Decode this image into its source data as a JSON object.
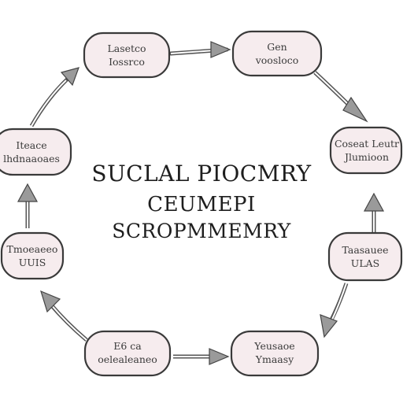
{
  "diagram": {
    "type": "cycle",
    "center_lines": [
      "SUCLAL PIOCMRY",
      "CEUMEPI",
      "SCROPMMEMRY"
    ],
    "nodes": [
      {
        "id": "n1",
        "lines": [
          "Lasetco",
          "Iossrco"
        ]
      },
      {
        "id": "n2",
        "lines": [
          "Gen",
          "voosloco"
        ]
      },
      {
        "id": "n3",
        "lines": [
          "Coseat Leutr",
          "Jlumioon"
        ]
      },
      {
        "id": "n4",
        "lines": [
          "Taasauee",
          "ULAS"
        ]
      },
      {
        "id": "n5",
        "lines": [
          "Yeusaoe",
          "Ymaasy"
        ]
      },
      {
        "id": "n6",
        "lines": [
          "E6 ca",
          "oelealeaneo"
        ]
      },
      {
        "id": "n7",
        "lines": [
          "Tmoeaeeo",
          "UUIS"
        ]
      },
      {
        "id": "n8",
        "lines": [
          "Iteace",
          "lhdnaaoaes"
        ]
      }
    ],
    "colors": {
      "node_fill": "#f6ecee",
      "node_stroke": "#3a3a3a",
      "arrow_stroke": "#555555",
      "arrow_head": "#9a9a9a"
    }
  }
}
